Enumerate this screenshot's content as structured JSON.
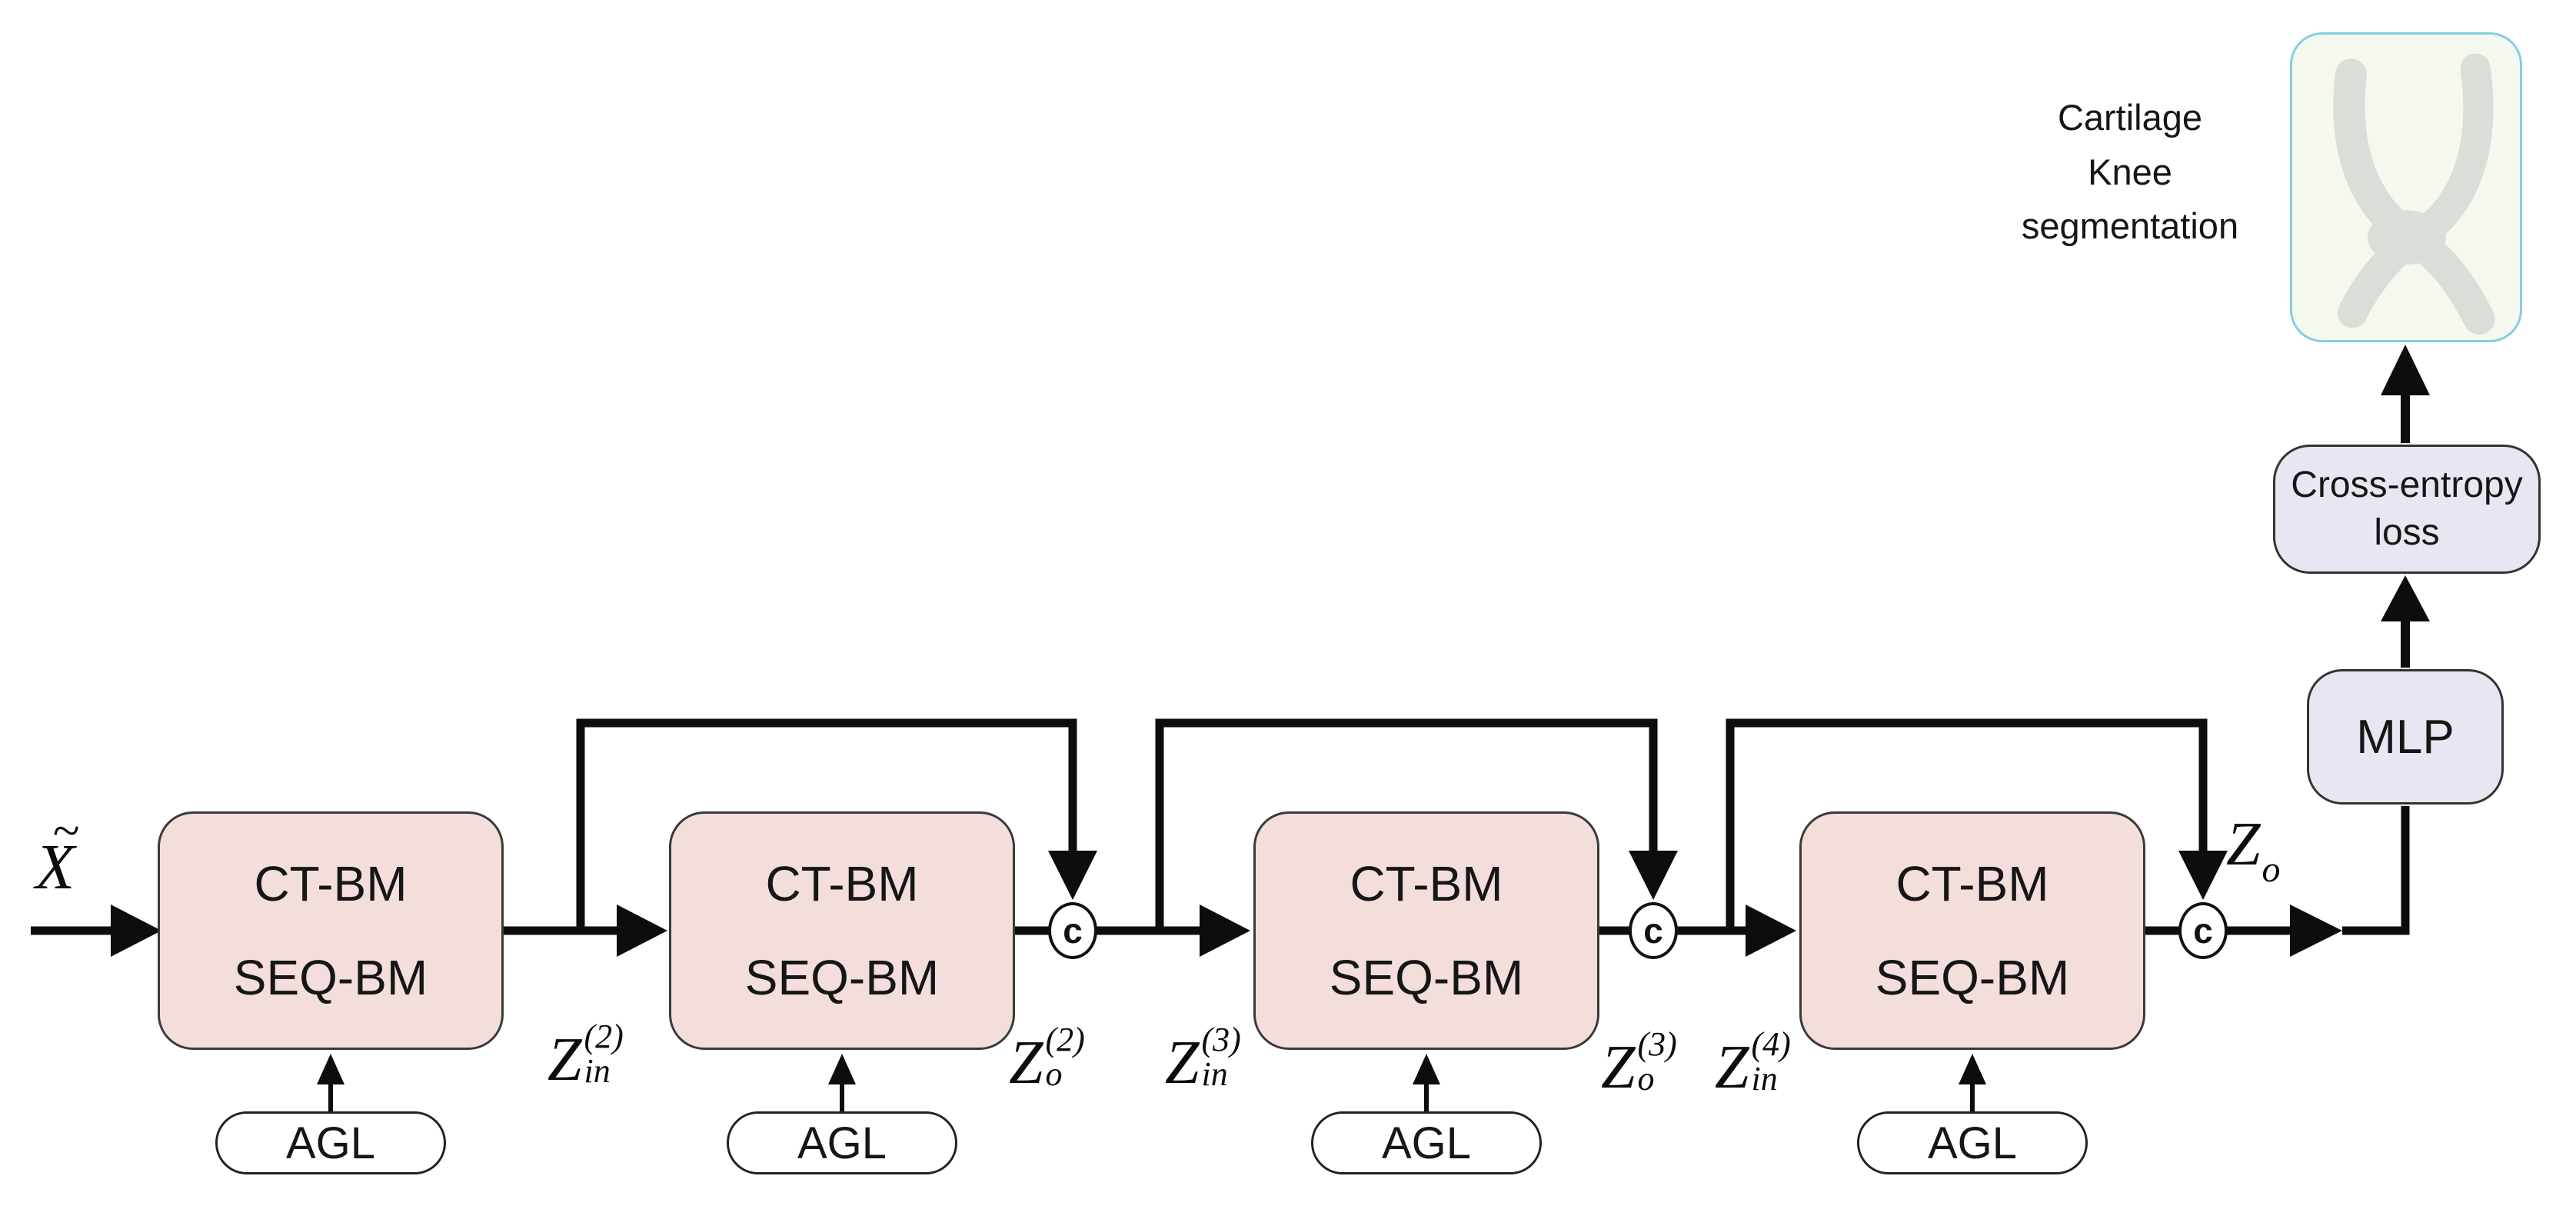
{
  "figure": {
    "type": "architecture-diagram",
    "input_label": {
      "base": "X",
      "tilde": "~"
    },
    "blocks": [
      {
        "line1": "CT-BM",
        "line2": "SEQ-BM"
      },
      {
        "line1": "CT-BM",
        "line2": "SEQ-BM"
      },
      {
        "line1": "CT-BM",
        "line2": "SEQ-BM"
      },
      {
        "line1": "CT-BM",
        "line2": "SEQ-BM"
      }
    ],
    "agl_labels": [
      "AGL",
      "AGL",
      "AGL",
      "AGL"
    ],
    "concat_labels": [
      "c",
      "c",
      "c"
    ],
    "z_labels": {
      "in2": {
        "base": "Z",
        "sup": "(2)",
        "sub": "in"
      },
      "o2": {
        "base": "Z",
        "sup": "(2)",
        "sub": "o"
      },
      "in3": {
        "base": "Z",
        "sup": "(3)",
        "sub": "in"
      },
      "o3": {
        "base": "Z",
        "sup": "(3)",
        "sub": "o"
      },
      "in4": {
        "base": "Z",
        "sup": "(4)",
        "sub": "in"
      },
      "o": {
        "base": "Z",
        "sub": "o"
      }
    },
    "mlp_label": "MLP",
    "loss_box": {
      "line1": "Cross-entropy",
      "line2": "loss"
    },
    "output_caption": {
      "line1": "Cartilage",
      "line2": "Knee",
      "line3": "segmentation"
    },
    "colors": {
      "block_fill": "#f3dedc",
      "block_border": "#3a3a3a",
      "module_fill": "#e9e6f2",
      "agl_fill": "#ffffff",
      "line": "#0d0d0d",
      "image_border": "#85cde2",
      "image_fill": "#f4f8ee",
      "cartilage": "#d9ded7"
    }
  }
}
